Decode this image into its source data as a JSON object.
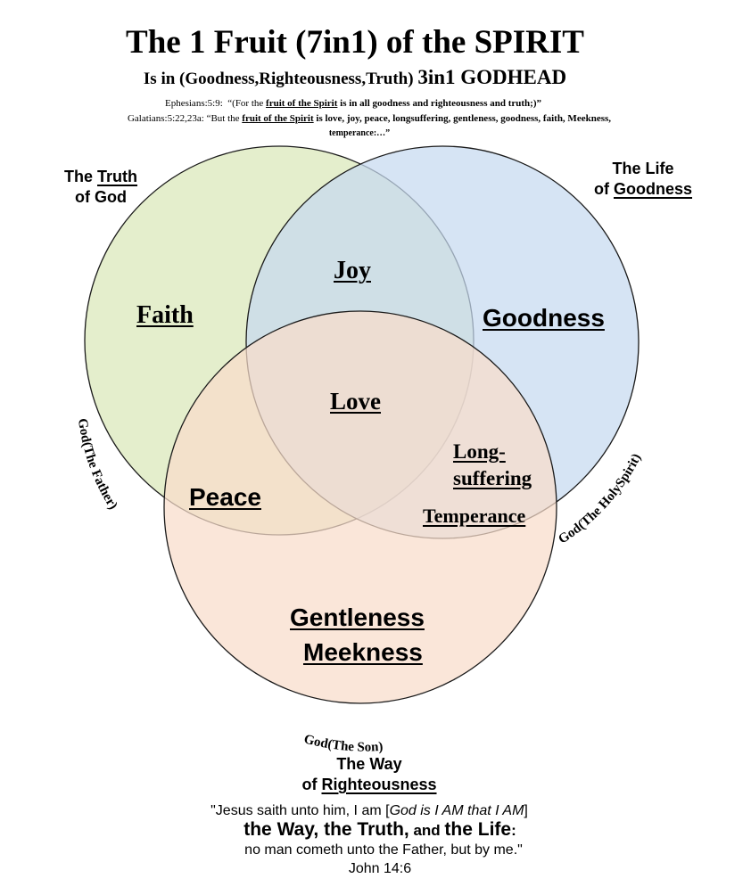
{
  "header": {
    "title": "The 1 Fruit (7in1) of the SPIRIT",
    "subtitle_prefix": "Is in (Goodness,Righteousness,Truth)",
    "subtitle_suffix": "3in1 GODHEAD",
    "verse1_ref": "Ephesians:5:9:",
    "verse1_open": "“(For the ",
    "verse1_link": "fruit of the Spirit",
    "verse1_rest": " is in all goodness and righteousness and truth;)”",
    "verse2_ref": "Galatians:5:22,23a:",
    "verse2_open": "“But the ",
    "verse2_link": "fruit of the Spirit",
    "verse2_rest": " is love, joy, peace, longsuffering, gentleness, goodness, faith, Meekness,",
    "verse2_end": "temperance:…”"
  },
  "circles": {
    "truth": {
      "line1_prefix": "The ",
      "line1_u": "Truth",
      "line2": "of God",
      "arc_label": "God(The Father)",
      "color": "#d9e8b8"
    },
    "goodness": {
      "line1": "The Life",
      "line2_prefix": "of ",
      "line2_u": "Goodness",
      "arc_label": "God(The HolySpirit)",
      "color": "#c6d9f0"
    },
    "righteousness": {
      "line1": "The Way",
      "line2_prefix": "of ",
      "line2_u": "Righteousness",
      "arc_label": "God(The Son)",
      "color": "#f8ddca"
    }
  },
  "fruits": {
    "faith": "Faith",
    "goodness": "Goodness",
    "joy": "Joy",
    "love": "Love",
    "peace": "Peace",
    "long1": "Long-",
    "long2": "suffering",
    "temperance": "Temperance",
    "gentleness": "Gentleness",
    "meekness": "Meekness"
  },
  "footer": {
    "line1_prefix": "\"Jesus saith unto him, I am [",
    "line1_italic": "God is I AM that I AM",
    "line1_suffix": "]",
    "way": "the Way, the Truth,",
    "and": " and ",
    "life": "the Life",
    "colon": ":",
    "line3": "no man cometh unto the Father, but by me.\"",
    "ref": "John 14:6"
  },
  "colors": {
    "outline": "#1a1a1a"
  }
}
